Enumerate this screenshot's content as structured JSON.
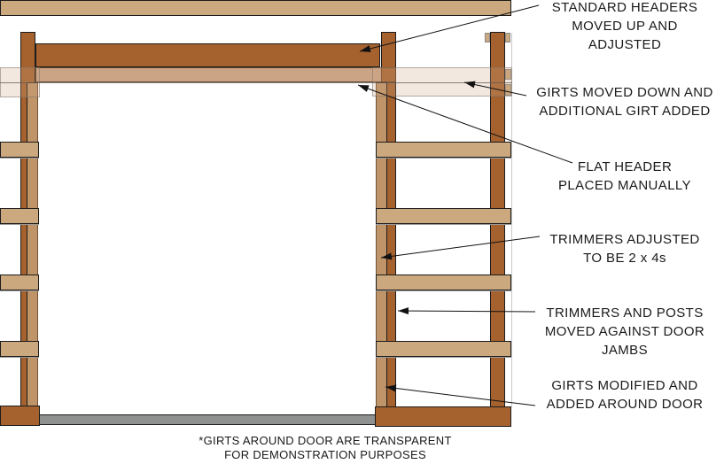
{
  "diagram_title": "wall-framing-door-opening-diagram",
  "callouts": [
    {
      "id": "standard-headers",
      "lines": [
        "STANDARD HEADERS",
        "MOVED UP AND",
        "ADJUSTED"
      ]
    },
    {
      "id": "girts-moved",
      "lines": [
        "GIRTS MOVED DOWN AND",
        "ADDITIONAL GIRT ADDED"
      ]
    },
    {
      "id": "flat-header",
      "lines": [
        "FLAT HEADER",
        "PLACED MANUALLY"
      ]
    },
    {
      "id": "trimmers-adjusted",
      "lines": [
        "TRIMMERS ADJUSTED",
        "TO BE 2 x 4s"
      ]
    },
    {
      "id": "trimmers-posts",
      "lines": [
        "TRIMMERS AND POSTS",
        "MOVED AGAINST DOOR",
        "JAMBS"
      ]
    },
    {
      "id": "girts-modified",
      "lines": [
        "GIRTS MODIFIED AND",
        "ADDED AROUND DOOR"
      ]
    }
  ],
  "footnote": {
    "lines": [
      "*GIRTS AROUND DOOR ARE TRANSPARENT",
      "FOR DEMONSTRATION PURPOSES"
    ]
  },
  "colors": {
    "wood_dark": "#a5622f",
    "wood_plate_tan": "#cba87d",
    "wood_trimmer_tan": "#bf9468",
    "transparent_girt_over_white": "#f3ece6",
    "flat_header_transparent": "#c49677",
    "floor_gray": "#8f9191",
    "line_black": "#111111"
  }
}
